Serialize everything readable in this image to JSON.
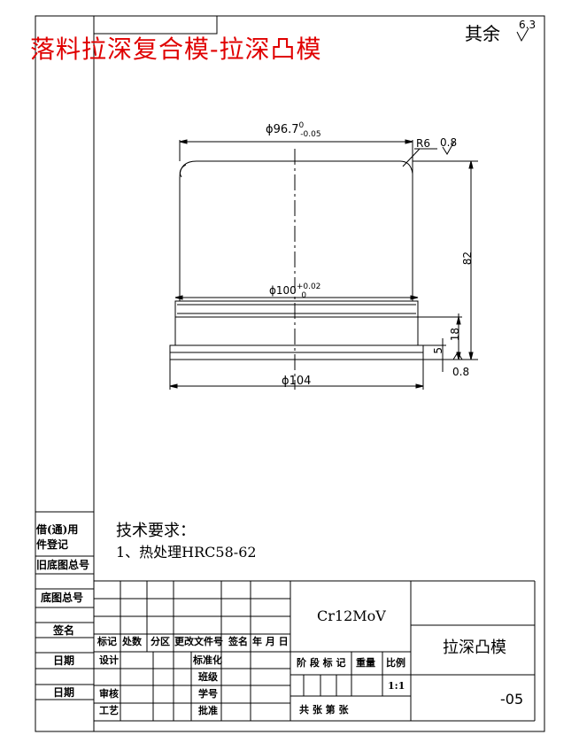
{
  "title": "落料拉深复合模-拉深凸模",
  "roughness_note": "其余",
  "roughness_default": "6.3",
  "dimensions": {
    "top_diameter": "ϕ96.7",
    "top_diameter_upper": "0",
    "top_diameter_lower": "-0.05",
    "fillet_radius": "R6",
    "top_roughness": "0.8",
    "height_total": "82",
    "mid_diameter": "ϕ100",
    "mid_diameter_upper": "+0.02",
    "mid_diameter_lower": "0",
    "height_18": "18",
    "height_5": "5",
    "base_diameter": "ϕ104",
    "base_roughness": "0.8"
  },
  "tech_requirements": {
    "heading": "技术要求：",
    "item1": "1、热处理HRC58-62"
  },
  "side_labels": {
    "l1": "借(通)用",
    "l2": "件登记",
    "l3": "旧底图总号",
    "l4": "底图总号",
    "l5": "签名",
    "l6": "日期",
    "l7": "日期"
  },
  "title_block": {
    "material": "Cr12MoV",
    "part_name": "拉深凸模",
    "drawing_no": "-05",
    "header_row": [
      "标记",
      "处数",
      "分区",
      "更改文件号",
      "签名",
      "年 月 日"
    ],
    "design": "设计",
    "standardize": "标准化",
    "class": "班级",
    "review": "审核",
    "student_no": "学号",
    "process": "工艺",
    "approve": "批准",
    "stage_headers": [
      "阶 段 标 记",
      "重量",
      "比例"
    ],
    "scale": "1:1",
    "sheet_info": "共      张    第      张"
  }
}
